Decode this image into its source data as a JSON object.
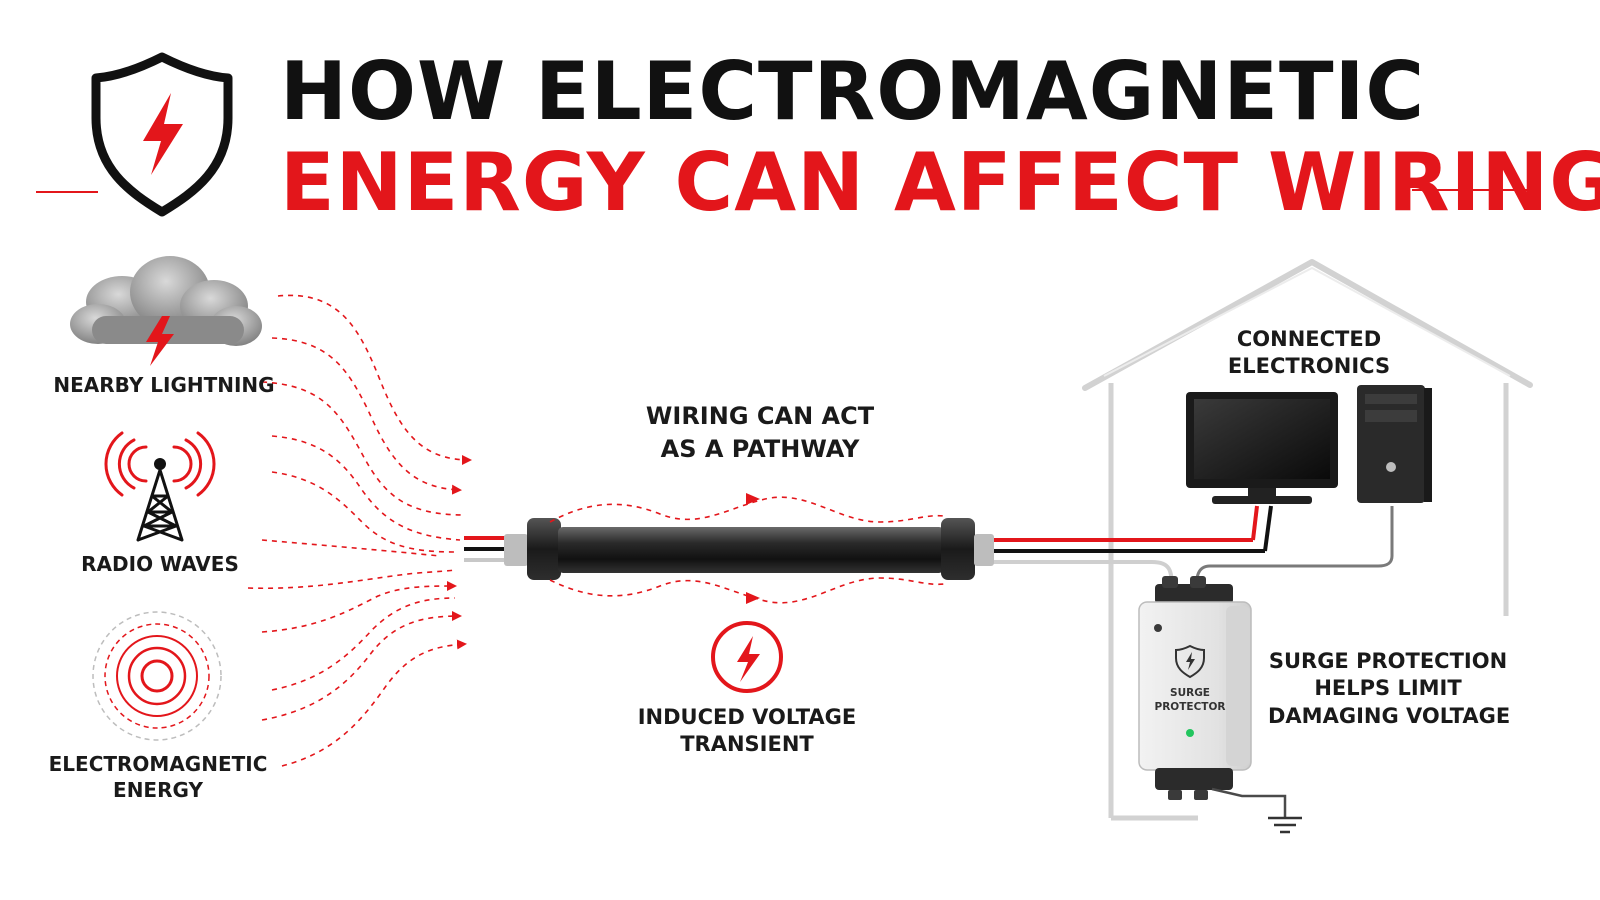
{
  "title": {
    "line1": "HOW ELECTROMAGNETIC",
    "line2": "ENERGY CAN AFFECT WIRING"
  },
  "sources": {
    "lightning": "NEARBY LIGHTNING",
    "radio": "RADIO WAVES",
    "em_line1": "ELECTROMAGNETIC",
    "em_line2": "ENERGY"
  },
  "pathway": {
    "line1": "WIRING CAN ACT",
    "line2": "AS A PATHWAY"
  },
  "transient": {
    "line1": "INDUCED VOLTAGE",
    "line2": "TRANSIENT"
  },
  "electronics": {
    "line1": "CONNECTED",
    "line2": "ELECTRONICS"
  },
  "surge_device": {
    "line1": "SURGE",
    "line2": "PROTECTOR"
  },
  "protection": {
    "line1": "SURGE PROTECTION",
    "line2": "HELPS LIMIT",
    "line3": "DAMAGING VOLTAGE"
  },
  "colors": {
    "accent": "#e3161b",
    "dark": "#111111",
    "house_outline": "#cfcfcf",
    "indicator": "#22c55e"
  },
  "icons": [
    "shield-lightning-icon",
    "storm-cloud-icon",
    "radio-tower-icon",
    "em-rings-icon",
    "lightning-circle-icon",
    "monitor-icon",
    "pc-tower-icon",
    "ground-icon"
  ]
}
